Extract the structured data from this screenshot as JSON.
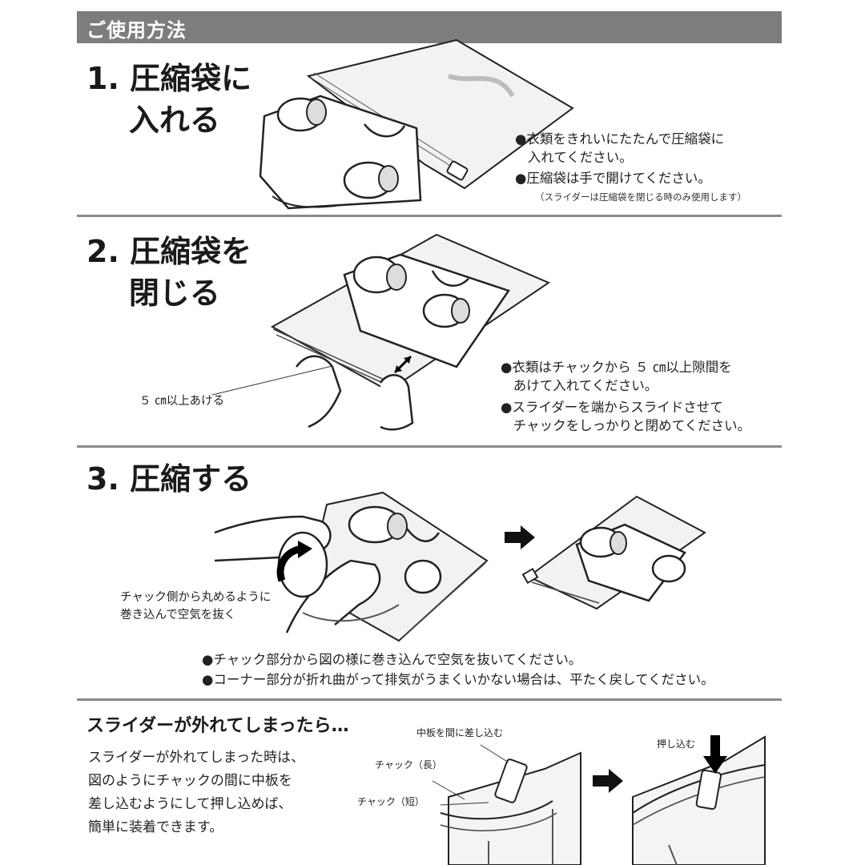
{
  "header": {
    "title": "ご使用方法"
  },
  "steps": [
    {
      "title": "1. 圧縮袋に\n    入れる",
      "notes": [
        "●衣類をきれいにたたんで圧縮袋に\n   入れてください。",
        "●圧縮袋は手で開けてください。"
      ],
      "small_note": "（スライダーは圧縮袋を閉じる時のみ使用します）"
    },
    {
      "title": "2. 圧縮袋を\n    閉じる",
      "notes": [
        "●衣類はチャックから ５ ㎝以上隙間を\n   あけて入れてください。",
        "●スライダーを端からスライドさせて\n   チャックをしっかりと閉めてください。"
      ],
      "callout": "５ ㎝以上あける"
    },
    {
      "title": "3. 圧縮する",
      "callout": "チャック側から丸めるように\n巻き込んで空気を抜く",
      "notes": [
        "●チャック部分から図の様に巻き込んで空気を抜いてください。",
        "●コーナー部分が折れ曲がって排気がうまくいかない場合は、平たく戻してください。"
      ]
    }
  ],
  "slider_section": {
    "title": "スライダーが外れてしまったら…",
    "body": "スライダーが外れてしまった時は、\n図のようにチャックの間に中板を\n差し込むようにして押し込めば、\n簡単に装着できます。",
    "callouts": {
      "insert_plate": "中板を間に差し込む",
      "zipper_long": "チャック（長）",
      "zipper_short": "チャック（短）",
      "push_in": "押し込む"
    }
  },
  "icons": [
    "arrow-right-icon",
    "curved-arrow-icon",
    "push-down-arrow-icon",
    "double-arrow-icon"
  ],
  "colors": {
    "header_bg": "#7d7d7d",
    "rule": "#8a8a8a",
    "text": "#1e1e1e"
  }
}
